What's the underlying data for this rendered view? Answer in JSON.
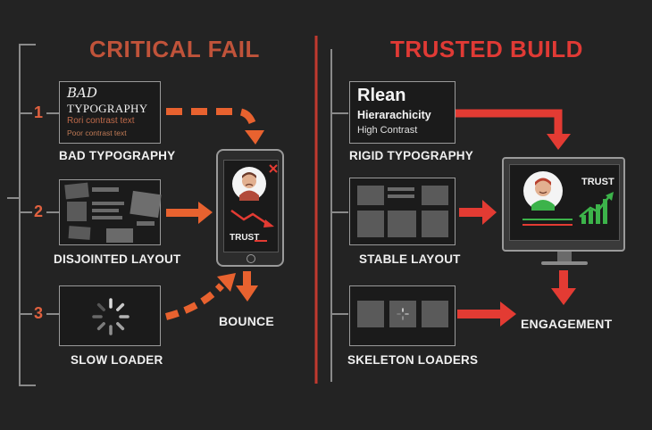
{
  "left": {
    "title": "CRITICAL FAIL",
    "steps": [
      {
        "number": "1",
        "caption": "BAD TYPOGRAPHY"
      },
      {
        "number": "2",
        "caption": "DISJOINTED LAYOUT"
      },
      {
        "number": "3",
        "caption": "SLOW LOADER"
      }
    ],
    "typography_sample": {
      "line1": "BAD",
      "line2": "TYPOGRAPHY",
      "line3": "Rori contrast text",
      "line4": "Poor contrast text"
    },
    "phone": {
      "label": "TRUST"
    },
    "outcome": "BOUNCE"
  },
  "right": {
    "title": "TRUSTED BUILD",
    "steps": [
      {
        "caption": "RIGID TYPOGRAPHY"
      },
      {
        "caption": "STABLE LAYOUT"
      },
      {
        "caption": "SKELETON LOADERS"
      }
    ],
    "typography_sample": {
      "line1": "Rlean",
      "line2": "Hierarachicity",
      "line3": "High Contrast"
    },
    "monitor": {
      "label": "TRUST"
    },
    "outcome": "ENGAGEMENT"
  },
  "colors": {
    "left_title": "#c0533a",
    "right_title": "#e03a35",
    "accent_orange": "#e8622f",
    "accent_red": "#e33b33",
    "trust_green": "#3cb34a"
  }
}
